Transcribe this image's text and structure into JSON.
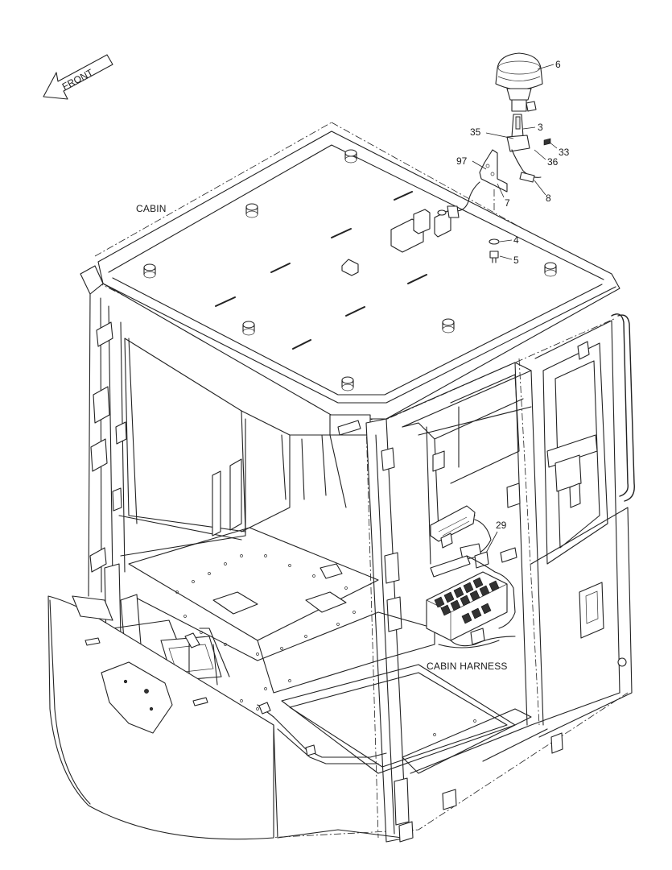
{
  "orientation": {
    "arrow_label": "FRONT",
    "arrow_icon": "front-direction-arrow-icon"
  },
  "assemblies": {
    "cabin_label": "CABIN",
    "harness_label": "CABIN HARNESS"
  },
  "callouts": [
    "6",
    "3",
    "35",
    "33",
    "36",
    "97",
    "7",
    "8",
    "4",
    "5",
    "29"
  ],
  "colors": {
    "line": "#222222",
    "background": "#ffffff"
  }
}
